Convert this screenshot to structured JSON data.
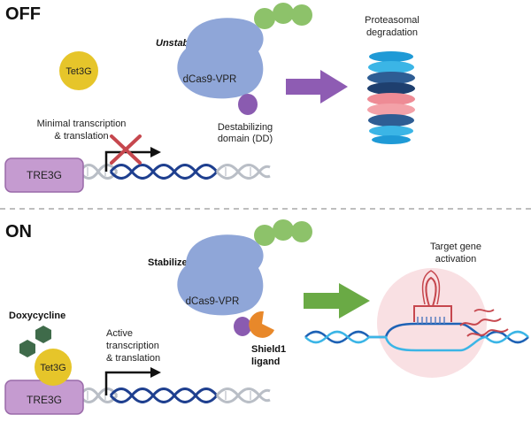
{
  "off_panel": {
    "title": "OFF",
    "tet3g": "Tet3G",
    "unstable": "Unstable",
    "protein": "dCas9-VPR",
    "proteasome_label": [
      "Proteasomal",
      "degradation"
    ],
    "minimal_label": [
      "Minimal transcription",
      "& translation"
    ],
    "dd_label": [
      "Destabilizing",
      "domain (DD)"
    ],
    "promoter": "TRE3G"
  },
  "on_panel": {
    "title": "ON",
    "target_label": [
      "Target gene",
      "activation"
    ],
    "stabilized": "Stabilized",
    "protein": "dCas9-VPR",
    "doxycycline": "Doxycycline",
    "active_label": [
      "Active",
      "transcription",
      "& translation"
    ],
    "tet3g": "Tet3G",
    "shield_label": [
      "Shield1",
      "ligand"
    ],
    "promoter": "TRE3G"
  },
  "colors": {
    "protein": "#8fa6d8",
    "vpr": "#8dc26a",
    "dd": "#8a5bb0",
    "tet3g": "#e6c52a",
    "promoter": "#c59bd0",
    "arrow_off": "#8e5cb3",
    "arrow_on": "#6aaa45",
    "shield": "#e8882a",
    "dna_dark": "#1e3f8f",
    "dna_grey": "#b9bec6",
    "block_x": "#c6474e",
    "dox": "#3f6b4a"
  }
}
